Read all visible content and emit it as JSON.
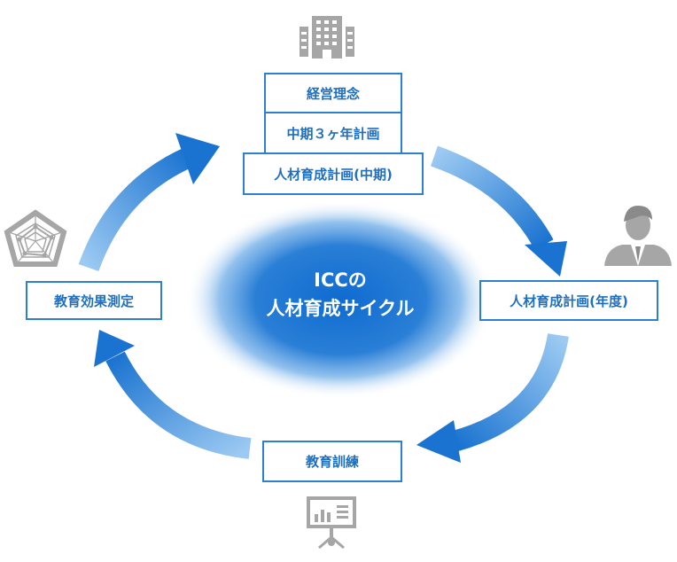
{
  "center": {
    "line1": "ICCの",
    "line2": "人材育成サイクル"
  },
  "boxes": {
    "philosophy": "経営理念",
    "mid_plan": "中期３ヶ年計画",
    "hr_plan_mid": "人材育成計画(中期)",
    "hr_plan_year": "人材育成計画(年度)",
    "training": "教育訓練",
    "measurement": "教育効果測定"
  },
  "icons": {
    "top": "building-icon",
    "right": "businessman-icon",
    "bottom": "presentation-board-icon",
    "left": "radar-chart-icon"
  },
  "colors": {
    "accent": "#2d7fd0",
    "arrow_dark": "#1a73d0",
    "arrow_light": "#8fc2ef",
    "icon_gray": "#a6a6a6",
    "text": "#1f6fc0"
  }
}
